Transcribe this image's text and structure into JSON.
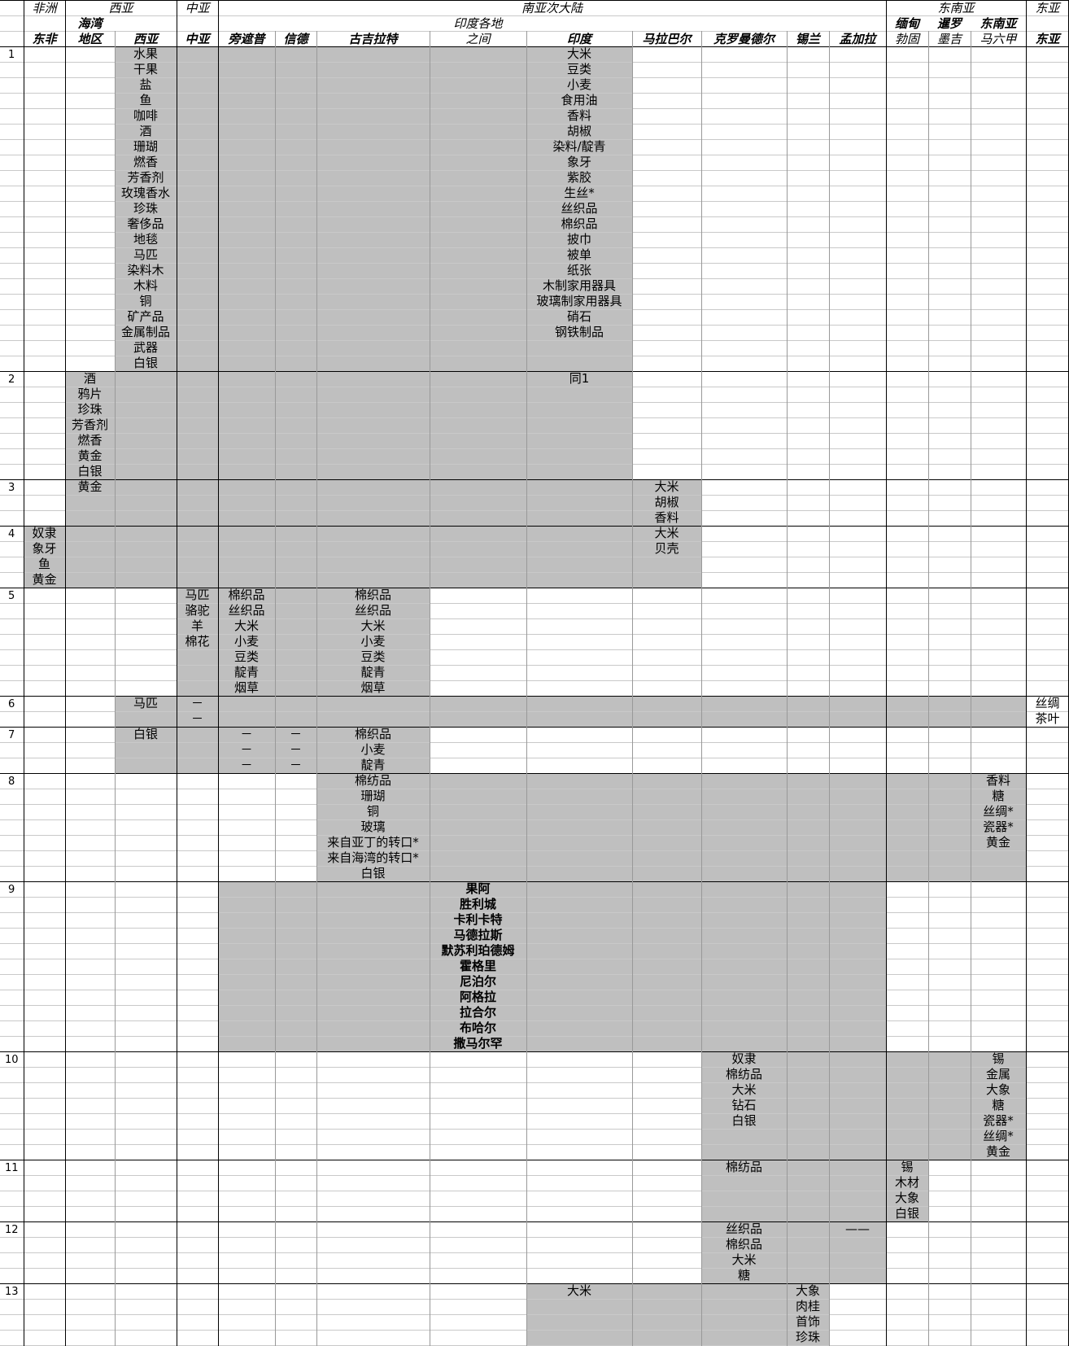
{
  "headers": {
    "row1": {
      "africa": "非洲",
      "west_asia": "西亚",
      "central_asia": "中亚",
      "south_asia": "南亚次大陆",
      "southeast_asia": "东南亚",
      "east_asia": "东亚"
    },
    "row2": {
      "gulf_l1": "海湾",
      "india_places_l1": "印度各地",
      "burma_l1": "缅甸",
      "siam_l1": "暹罗",
      "sea_l1": "东南亚"
    },
    "row3": {
      "east_africa": "东非",
      "gulf_l2": "地区",
      "west_asia": "西亚",
      "central_asia": "中亚",
      "pangzhepu": "旁遮普",
      "sindh": "信德",
      "gujarat": "古吉拉特",
      "india_places_l2": "之间",
      "india": "印度",
      "malabar": "马拉巴尔",
      "coromandel": "克罗曼德尔",
      "ceylon": "锡兰",
      "bengal": "孟加拉",
      "burma_l2": "勃固",
      "siam_l2": "墨吉",
      "sea_l2": "马六甲",
      "east_asia": "东亚"
    }
  },
  "row_numbers": [
    "1",
    "2",
    "3",
    "4",
    "5",
    "6",
    "7",
    "8",
    "9",
    "10",
    "11",
    "12",
    "13"
  ],
  "cells": {
    "r1_west_asia": [
      "水果",
      "干果",
      "盐",
      "鱼",
      "咖啡",
      "酒",
      "珊瑚",
      "燃香",
      "芳香剂",
      "玫瑰香水",
      "珍珠",
      "奢侈品",
      "地毯",
      "马匹",
      "染料木",
      "木料",
      "铜",
      "矿产品",
      "金属制品",
      "武器",
      "白银"
    ],
    "r1_india": [
      "大米",
      "豆类",
      "小麦",
      "食用油",
      "香料",
      "胡椒",
      "染料/靛青",
      "象牙",
      "紫胶",
      "生丝*",
      "丝织品",
      "棉织品",
      "披巾",
      "被单",
      "纸张",
      "木制家用器具",
      "玻璃制家用器具",
      "硝石",
      "钢铁制品"
    ],
    "r2_gulf": [
      "酒",
      "鸦片",
      "珍珠",
      "芳香剂",
      "燃香",
      "黄金",
      "白银"
    ],
    "r2_india": [
      "同1"
    ],
    "r3_gulf": [
      "黄金"
    ],
    "r3_malabar": [
      "大米",
      "胡椒",
      "香料"
    ],
    "r4_east_africa": [
      "奴隶",
      "象牙",
      "鱼",
      "黄金"
    ],
    "r4_malabar": [
      "大米",
      "贝壳"
    ],
    "r5_central_asia": [
      "马匹",
      "骆驼",
      "羊",
      "棉花"
    ],
    "r5_pangzhepu": [
      "棉织品",
      "丝织品",
      "大米",
      "小麦",
      "豆类",
      "靛青",
      "烟草"
    ],
    "r5_gujarat": [
      "棉织品",
      "丝织品",
      "大米",
      "小麦",
      "豆类",
      "靛青",
      "烟草"
    ],
    "r6_west_asia": [
      "马匹"
    ],
    "r6_central_asia": [
      "－",
      "－"
    ],
    "r6_east_asia": [
      "丝绸",
      "茶叶"
    ],
    "r7_west_asia": [
      "白银"
    ],
    "r7_pangzhepu": [
      "－",
      "－",
      "－"
    ],
    "r7_sindh": [
      "－",
      "－",
      "－"
    ],
    "r7_gujarat": [
      "棉织品",
      "小麦",
      "靛青"
    ],
    "r8_gujarat": [
      "棉纺品",
      "珊瑚",
      "铜",
      "玻璃",
      "来自亚丁的转口*",
      "来自海湾的转口*",
      "白银"
    ],
    "r8_sea": [
      "香料",
      "糖",
      "丝绸*",
      "瓷器*",
      "黄金"
    ],
    "r9_cities": [
      "果阿",
      "胜利城",
      "卡利卡特",
      "马德拉斯",
      "默苏利珀德姆",
      "霍格里",
      "尼泊尔",
      "阿格拉",
      "拉合尔",
      "布哈尔",
      "撒马尔罕"
    ],
    "r10_coromandel": [
      "奴隶",
      "棉纺品",
      "大米",
      "钻石",
      "白银"
    ],
    "r10_sea": [
      "锡",
      "金属",
      "大象",
      "糖",
      "瓷器*",
      "丝绸*",
      "黄金"
    ],
    "r11_coromandel": [
      "棉纺品"
    ],
    "r11_burma": [
      "锡",
      "木材",
      "大象",
      "白银"
    ],
    "r12_coromandel": [
      "丝织品",
      "棉织品",
      "大米",
      "糖"
    ],
    "r12_bengal": [
      "——"
    ],
    "r13_india": [
      "大米"
    ],
    "r13_ceylon": [
      "大象",
      "肉桂",
      "首饰",
      "珍珠"
    ]
  },
  "colors": {
    "shade": "#bfbfbf",
    "grid": "#c9c9c9",
    "border": "#000000"
  }
}
